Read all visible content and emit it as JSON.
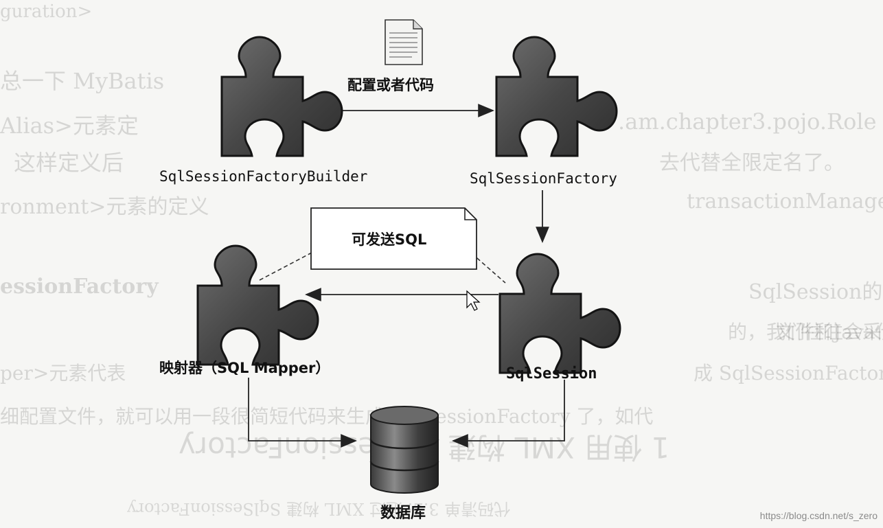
{
  "diagram": {
    "components": {
      "builder": "SqlSessionFactoryBuilder",
      "factory": "SqlSessionFactory",
      "session": "SqlSession",
      "mapper": "映射器（SQL Mapper）",
      "database": "数据库"
    },
    "edge_labels": {
      "config": "配置或者代码",
      "send_sql": "可发送SQL"
    }
  },
  "background_text": {
    "line0": "guration>",
    "line1": "总一下 MyBatis",
    "line2": "Alias>元素定",
    "line2b": ".am.chapter3.pojo.Role",
    "line3": "这样定义后",
    "line3b": "去代替全限定名了。",
    "line4": "ronment>元素的定义",
    "line4b": "transactionManage",
    "line6": "essionFactory",
    "line6b": "SqlSession的",
    "line7": "的，我们往往会采用",
    "line7b": "文件和Java代",
    "line8": "per>元素代表",
    "line8b": "成 SqlSessionFactory",
    "line9": "细配置文件，就可以用一段很简短代码来生成 SqlSessionFactory 了，如代",
    "heading_mirror": "1  使用 XML 构建 SqlSessionFactory",
    "caption": "代码清单 3.2: 通过 XML 构建 SqlSessionFactory"
  },
  "watermark": "https://blog.csdn.net/s_zero",
  "colors": {
    "puzzle": "#4a4a4a",
    "puzzle_edge": "#141414",
    "line": "#222222"
  }
}
